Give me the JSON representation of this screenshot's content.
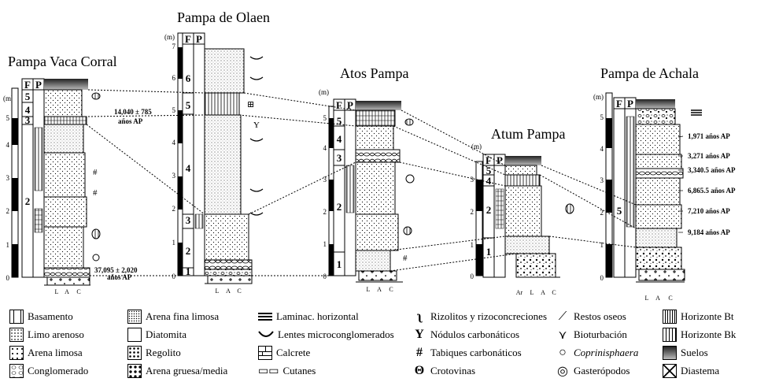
{
  "sections": {
    "vaca_corral": {
      "title": "Pampa Vaca Corral",
      "units": [
        "5",
        "4",
        "3",
        "2"
      ],
      "dates": [
        "14,040 ± 785",
        "años AP",
        "37,095 ± 2,020",
        "años AP"
      ],
      "scale": [
        "0",
        "1",
        "2",
        "3",
        "4",
        "5"
      ]
    },
    "olaen": {
      "title": "Pampa de Olaen",
      "units": [
        "6",
        "5",
        "4",
        "3",
        "2",
        "1"
      ],
      "scale": [
        "0",
        "1",
        "2",
        "3",
        "4",
        "5",
        "6",
        "7"
      ]
    },
    "atos": {
      "title": "Atos Pampa",
      "units": [
        "5",
        "4",
        "3",
        "2",
        "1"
      ],
      "scale": [
        "0",
        "1",
        "2",
        "3",
        "4",
        "5"
      ]
    },
    "atum": {
      "title": "Atum Pampa",
      "units": [
        "5",
        "4",
        "2",
        "1"
      ],
      "scale": [
        "0",
        "1",
        "2",
        "3"
      ]
    },
    "achala": {
      "title": "Pampa de Achala",
      "units": [
        "5"
      ],
      "scale": [
        "0",
        "1",
        "2",
        "3",
        "4",
        "5"
      ],
      "dates": [
        "1,971 años AP",
        "3,271 años AP",
        "3,340.5 años AP",
        "6,865.5 años AP",
        "7,210 años AP",
        "9,184 años AP"
      ]
    }
  },
  "column_headers": {
    "f": "F",
    "p": "P",
    "unit_m": "(m)"
  },
  "grain_axis": {
    "l": "L",
    "a": "A",
    "c": "C",
    "ar": "Ar"
  },
  "legend": {
    "col1": [
      "Basamento",
      "Limo arenoso",
      "Arena limosa",
      "Conglomerado"
    ],
    "col2": [
      "Arena fina limosa",
      "Diatomita",
      "Regolito",
      "Arena gruesa/media"
    ],
    "col3": [
      "Laminac. horizontal",
      "Lentes microconglomerados",
      "Calcrete",
      "Cutanes"
    ],
    "col4": [
      "Rizolitos y rizoconcreciones",
      "Nódulos carbonáticos",
      "Tabiques carbonáticos",
      "Crotovinas"
    ],
    "col5": [
      "Restos oseos",
      "Bioturbación",
      "Coprinisphaera",
      "Gasterópodos"
    ],
    "col6": [
      "Horizonte Bt",
      "Horizonte Bk",
      "Suelos",
      "Diastema"
    ]
  }
}
